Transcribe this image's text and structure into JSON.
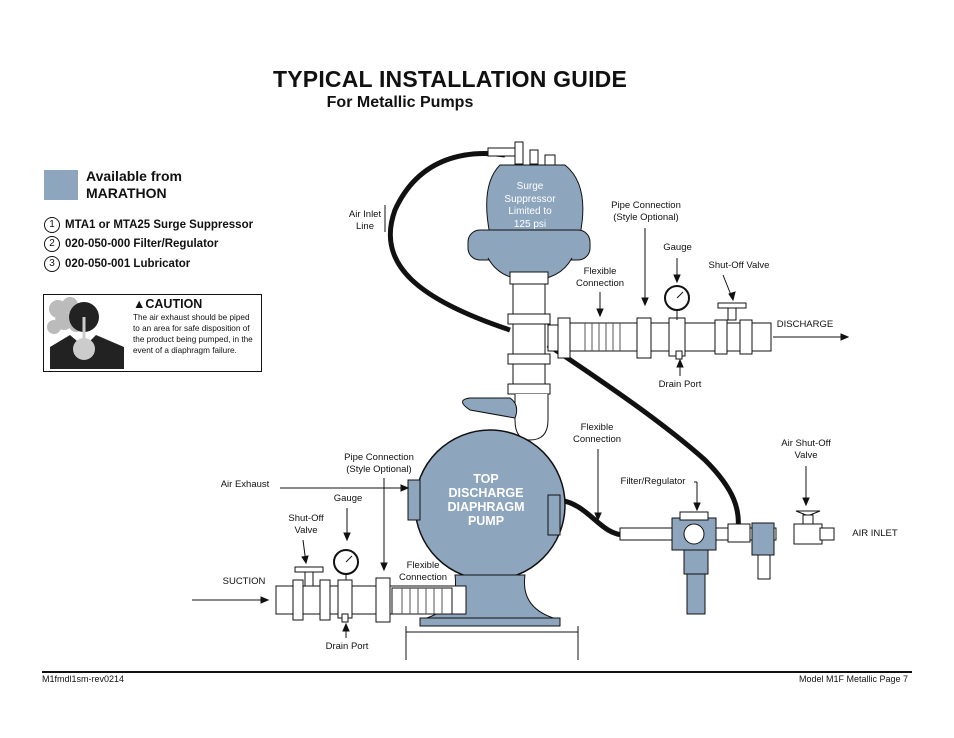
{
  "title": "TYPICAL INSTALLATION GUIDE",
  "subtitle": "For Metallic Pumps",
  "legend": {
    "swatch_color": "#8ea5be",
    "heading_line1": "Available from",
    "heading_line2": "MARATHON",
    "items": [
      {
        "num": "1",
        "text": "MTA1 or MTA25 Surge Suppressor"
      },
      {
        "num": "2",
        "text": "020-050-000 Filter/Regulator"
      },
      {
        "num": "3",
        "text": "020-050-001 Lubricator"
      }
    ]
  },
  "caution": {
    "heading": "CAUTION",
    "body": "The air exhaust should be piped to an area for safe disposition of the product being pumped, in the event of a diaphragm failure."
  },
  "labels": {
    "surge": [
      "Surge",
      "Suppressor",
      "Limited to",
      "125 psi"
    ],
    "pump": [
      "TOP",
      "DISCHARGE",
      "DIAPHRAGM",
      "PUMP"
    ],
    "air_inlet_line": [
      "Air Inlet",
      "Line"
    ],
    "pipe_conn_top": [
      "Pipe Connection",
      "(Style Optional)"
    ],
    "gauge_top": "Gauge",
    "shutoff_top": "Shut-Off Valve",
    "flex_top": [
      "Flexible",
      "Connection"
    ],
    "discharge": "DISCHARGE",
    "drain_top": "Drain Port",
    "flex_mid": [
      "Flexible",
      "Connection"
    ],
    "air_shutoff": [
      "Air Shut-Off",
      "Valve"
    ],
    "filter_reg": "Filter/Regulator",
    "air_inlet": "AIR INLET",
    "pipe_conn_bottom": [
      "Pipe Connection",
      "(Style Optional)"
    ],
    "air_exhaust": "Air Exhaust",
    "gauge_bottom": "Gauge",
    "shutoff_bottom": [
      "Shut-Off",
      "Valve"
    ],
    "flex_bottom": [
      "Flexible",
      "Connection"
    ],
    "suction": "SUCTION",
    "drain_bottom": "Drain Port"
  },
  "footer": {
    "left": "M1fmdl1sm-rev0214",
    "right": "Model M1F Metallic Page 7"
  }
}
